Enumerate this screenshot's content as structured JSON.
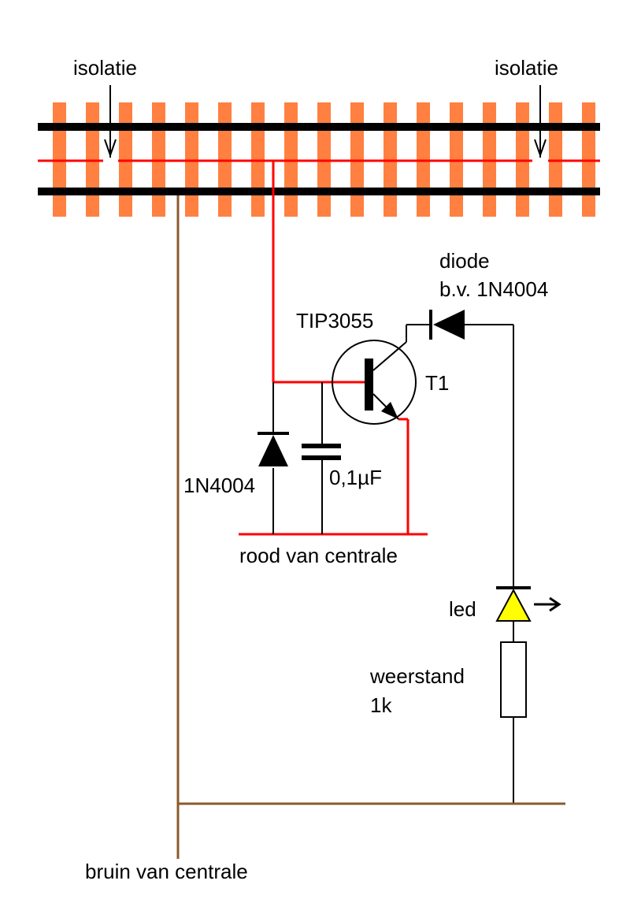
{
  "labels": {
    "isolation_left": "isolatie",
    "isolation_right": "isolatie",
    "transistor_type": "TIP3055",
    "transistor_ref": "T1",
    "diode_top_title": "diode",
    "diode_top_type": "b.v. 1N4004",
    "diode_bottom_type": "1N4004",
    "capacitor_value": "0,1µF",
    "red_wire": "rood van centrale",
    "led": "led",
    "resistor_title": "weerstand",
    "resistor_value": "1k",
    "brown_wire": "bruin van centrale"
  },
  "colors": {
    "sleeper": "#ff8040",
    "rail": "#000000",
    "red_wire": "#ff0000",
    "brown_wire": "#8b5a2b",
    "led_fill": "#ffff00",
    "wire": "#000000"
  }
}
